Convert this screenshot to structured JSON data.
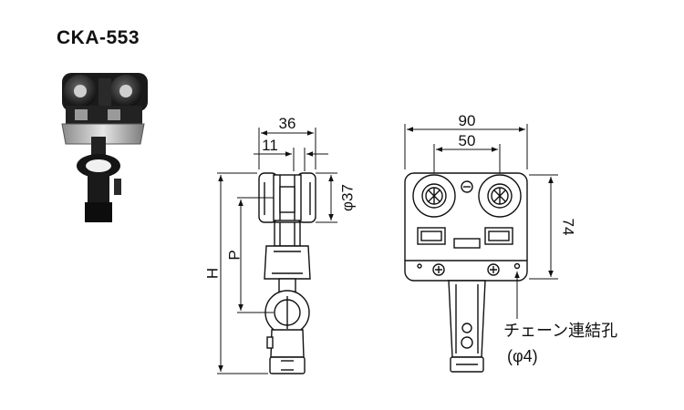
{
  "product": {
    "model": "CKA-553"
  },
  "side_view": {
    "width_dim": "36",
    "inner_dim": "11",
    "wheel_dia": "φ37",
    "height_label": "H",
    "pitch_label": "P"
  },
  "front_view": {
    "width_dim": "90",
    "wheel_spacing": "50",
    "height_dim": "74",
    "chain_hole_label": "チェーン連結孔",
    "chain_hole_size": "(φ4)"
  }
}
